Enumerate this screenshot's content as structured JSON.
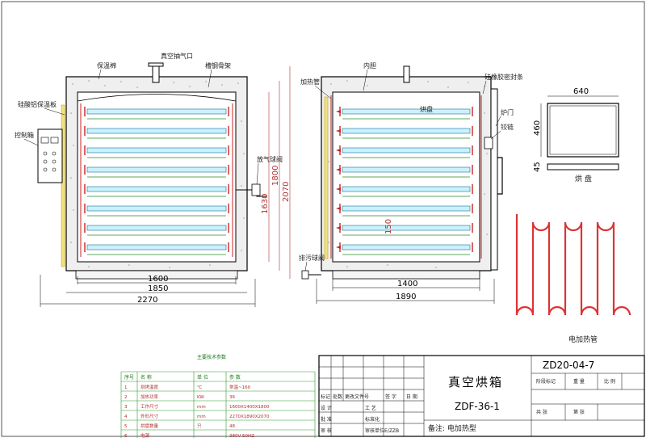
{
  "drawing": {
    "drawing_number": "ZD20-04-7",
    "title": "真空烘箱",
    "model": "ZDF-36-1",
    "remark": "备注: 电加热型"
  },
  "front_view": {
    "labels": {
      "insulation": "保温棉",
      "vacuum_port": "真空抽气口",
      "rail": "槽钢骨架",
      "silicate_layer": "硅酸铝保温板",
      "control_box": "控制箱",
      "exhaust_valve": "放气球阀"
    },
    "dims": {
      "d1600": "1600",
      "d1850": "1850",
      "d2270": "2270",
      "d1630": "1630",
      "d1800": "1800",
      "d2070": "2070"
    }
  },
  "side_view": {
    "labels": {
      "heater": "加热管",
      "frame": "内胆",
      "seal": "硅橡胶密封条",
      "tray": "烘盘",
      "door": "炉门",
      "hinge": "铰链",
      "drain_valve": "排污球阀"
    },
    "dims": {
      "d1400": "1400",
      "d1890": "1890",
      "d150": "150"
    }
  },
  "tray_detail": {
    "w": "640",
    "h": "460",
    "t": "45",
    "caption": "烘 盘"
  },
  "heater_detail": {
    "caption": "电加热管"
  },
  "spec_table": {
    "title": "主要技术参数",
    "rows": [
      {
        "no": "1",
        "name": "烘烤温度",
        "unit": "℃",
        "value": "常温~160"
      },
      {
        "no": "2",
        "name": "加热功率",
        "unit": "KW",
        "value": "36"
      },
      {
        "no": "3",
        "name": "工作尺寸",
        "unit": "mm",
        "value": "1600X1400X1800"
      },
      {
        "no": "4",
        "name": "外形尺寸",
        "unit": "mm",
        "value": "2270X1890X2070"
      },
      {
        "no": "5",
        "name": "烘盘数量",
        "unit": "只",
        "value": "48"
      },
      {
        "no": "6",
        "name": "电源",
        "unit": "",
        "value": "380V 50HZ"
      }
    ],
    "header": {
      "no": "序号",
      "name": "名 称",
      "unit": "单 位",
      "value": "参 数"
    }
  },
  "title_block": {
    "cells": {
      "mark": "标记",
      "qty": "处数",
      "change_doc": "更改文件号",
      "sign": "签 字",
      "date": "日 期",
      "design": "设 计",
      "process": "工 艺",
      "standard": "标准化",
      "review": "审 核",
      "approve": "批 准",
      "drawn": "审核单位E/ZZB",
      "stage": "阶段标记",
      "weight": "重 量",
      "scale": "比 例",
      "sheet": "共 张",
      "sheet2": "第 张"
    }
  }
}
